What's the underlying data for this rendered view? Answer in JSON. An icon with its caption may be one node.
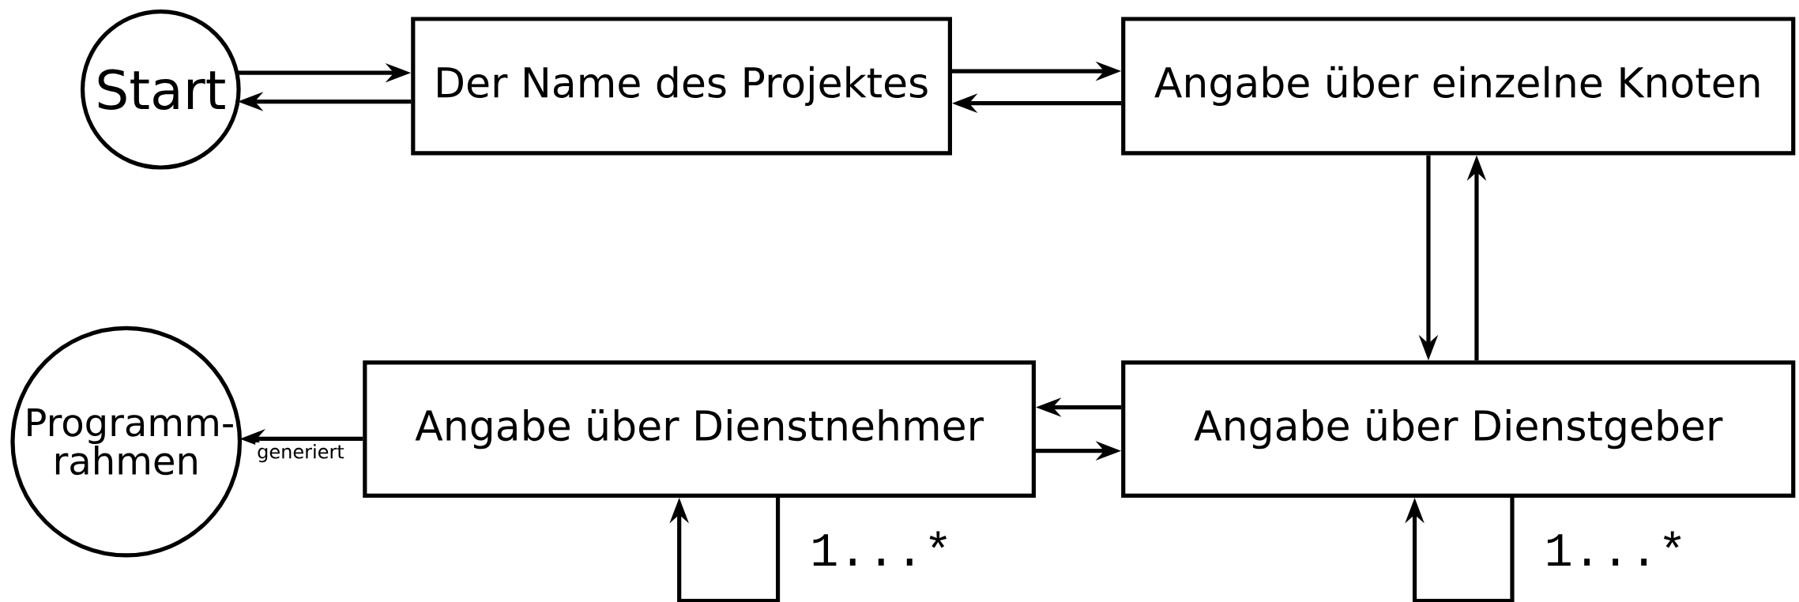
{
  "diagram": {
    "nodes": [
      {
        "text": [
          "Start"
        ]
      },
      {
        "text": [
          "Der Name des Projektes"
        ]
      },
      {
        "text": [
          "Angabe über einzelne Knoten"
        ]
      },
      {
        "text": [
          "Programm- rahmen"
        ]
      },
      {
        "text": [
          "Angabe über Dienstnehmer"
        ]
      },
      {
        "text": [
          "Angabe über Dienstgeber"
        ]
      }
    ],
    "edges": [
      {
        "from": 0,
        "to": 1,
        "arrow": "to"
      },
      {
        "from": 1,
        "to": 0,
        "arrow": "to"
      },
      {
        "from": 1,
        "to": 2,
        "arrow": "to"
      },
      {
        "from": 2,
        "to": 1,
        "arrow": "to"
      },
      {
        "from": 2,
        "to": 5,
        "arrow": "to"
      },
      {
        "from": 5,
        "to": 2,
        "arrow": "to"
      },
      {
        "from": 5,
        "to": 4,
        "arrow": "to"
      },
      {
        "from": 4,
        "to": 5,
        "arrow": "to"
      },
      {
        "from": 4,
        "to": 3,
        "arrow": "to",
        "label": "generiert"
      },
      {
        "from": 4,
        "to": 4,
        "arrow": "to",
        "label": "1...*"
      },
      {
        "from": 5,
        "to": 5,
        "arrow": "to",
        "label": "1...*"
      }
    ]
  }
}
